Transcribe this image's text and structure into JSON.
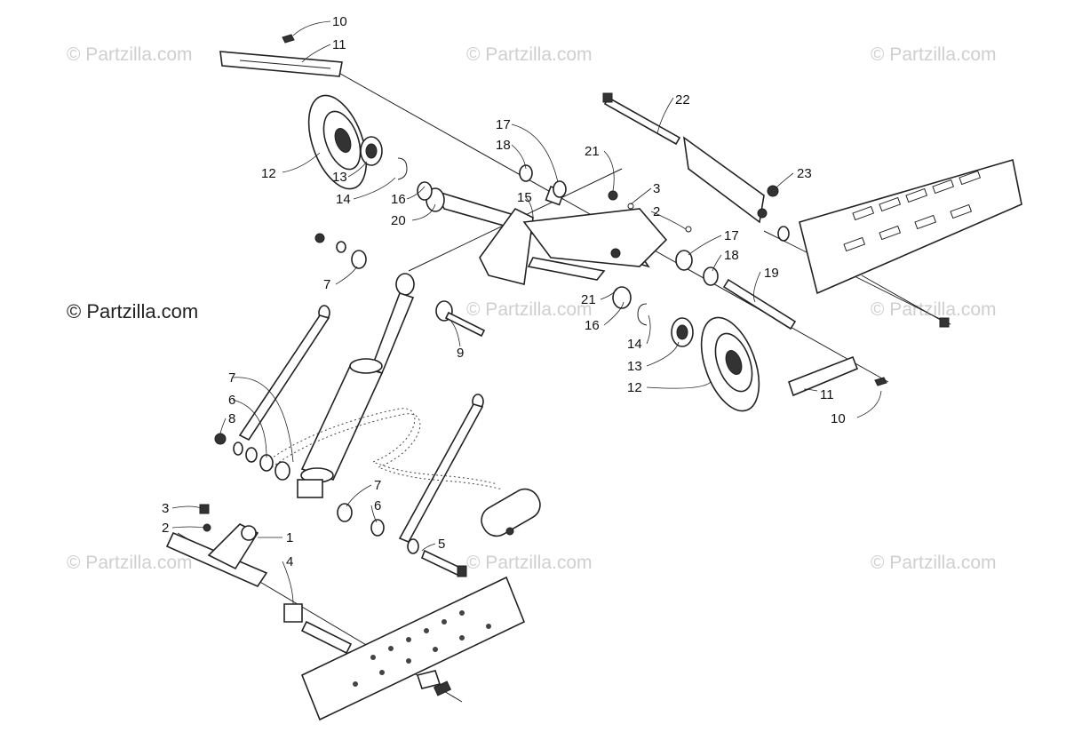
{
  "watermarks": [
    "© Partzilla.com",
    "© Partzilla.com",
    "© Partzilla.com",
    "© Partzilla.com",
    "© Partzilla.com",
    "© Partzilla.com",
    "© Partzilla.com",
    "© Partzilla.com"
  ],
  "main_watermark": "© Partzilla.com",
  "callouts": {
    "c10a": "10",
    "c11a": "11",
    "c12a": "12",
    "c13a": "13",
    "c14a": "14",
    "c16a": "16",
    "c20": "20",
    "c17a": "17",
    "c18a": "18",
    "c15": "15",
    "c21a": "21",
    "c3a": "3",
    "c2a": "2",
    "c22": "22",
    "c23": "23",
    "c17b": "17",
    "c18b": "18",
    "c19": "19",
    "c21b": "21",
    "c16b": "16",
    "c14b": "14",
    "c13b": "13",
    "c12b": "12",
    "c11b": "11",
    "c10b": "10",
    "c7a": "7",
    "c9": "9",
    "c7b": "7",
    "c6a": "6",
    "c8": "8",
    "c7c": "7",
    "c6b": "6",
    "c5": "5",
    "c3b": "3",
    "c2b": "2",
    "c1": "1",
    "c4": "4"
  }
}
